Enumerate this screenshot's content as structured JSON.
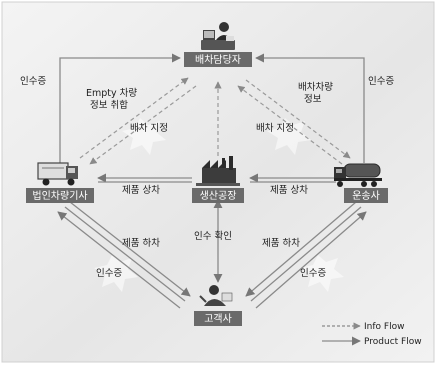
{
  "nodes": {
    "dispatcher": "배차담당자",
    "corp_driver": "법인차량기사",
    "factory": "생산공장",
    "transport": "운송사",
    "customer": "고객사"
  },
  "labels": {
    "receipt_left": "인수증",
    "receipt_right": "인수증",
    "empty_vehicle_line1": "Empty 차량",
    "empty_vehicle_line2": "정보 취합",
    "dispatch_left": "배차 지정",
    "dispatch_right": "배차 지정",
    "vehicle_info_line1": "배차차량",
    "vehicle_info_line2": "정보",
    "load_left": "제품 상차",
    "load_right": "제품 상차",
    "receipt_confirm": "인수 확인",
    "unload_left": "제품 하차",
    "unload_right": "제품 하차",
    "receipt_bottom_left": "인수증",
    "receipt_bottom_right": "인수증"
  },
  "legend": {
    "info_flow": "Info Flow",
    "product_flow": "Product Flow"
  },
  "colors": {
    "background": "#ececec",
    "product_flow": "#808080",
    "info_flow": "#808080",
    "node_label_bg": "#6a6a6a"
  },
  "icons": {
    "dispatcher": "office-worker-icon",
    "corp_driver": "truck-icon",
    "factory": "factory-icon",
    "transport": "tanker-truck-icon",
    "customer": "customer-person-icon"
  }
}
